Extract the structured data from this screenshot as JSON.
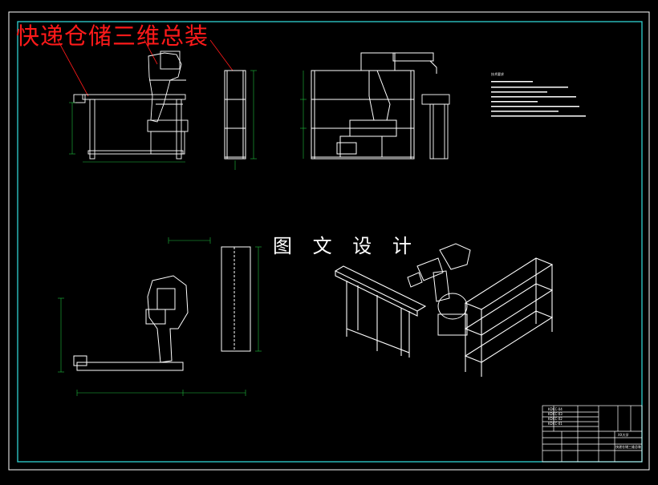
{
  "drawing": {
    "title": "快递仓储三维总装",
    "watermark": "图 文 设 计"
  },
  "colors": {
    "background": "#000000",
    "border": "#2fd1d1",
    "lines": "#ffffff",
    "dimension": "#1fbf3f",
    "title": "#ff1a1a",
    "robot": "#ffffff"
  },
  "tech_notes": {
    "heading": "技术要求"
  },
  "title_block": {
    "part_rows": [
      "KDCC-04",
      "KDCC-03",
      "KDCC-02",
      "KDCC-01"
    ],
    "drawing_name": "快递仓储三维总装",
    "school": "XX大学"
  }
}
